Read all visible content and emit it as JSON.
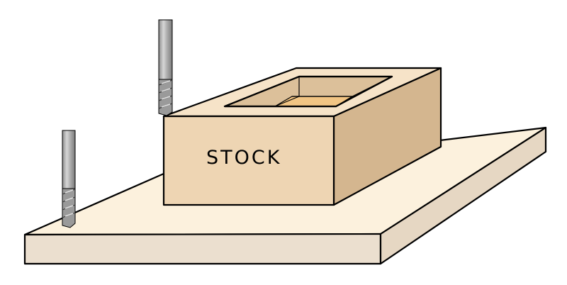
{
  "stock": {
    "label": "STOCK"
  },
  "colors": {
    "table_top": "#FCF1DD",
    "table_front": "#EBDFCF",
    "table_side": "#E6D7C3",
    "stock_front": "#EED5B3",
    "stock_top": "#F6E3C8",
    "stock_side": "#D4B68F",
    "pocket_walls": "#DCC09A",
    "pocket_floor": "#F2C584",
    "tool_shank": "#A6A6A6",
    "tool_flutes": "#8F8F8F",
    "outline": "#000000"
  },
  "tools": [
    {
      "name": "end-mill-left"
    },
    {
      "name": "end-mill-top"
    }
  ]
}
